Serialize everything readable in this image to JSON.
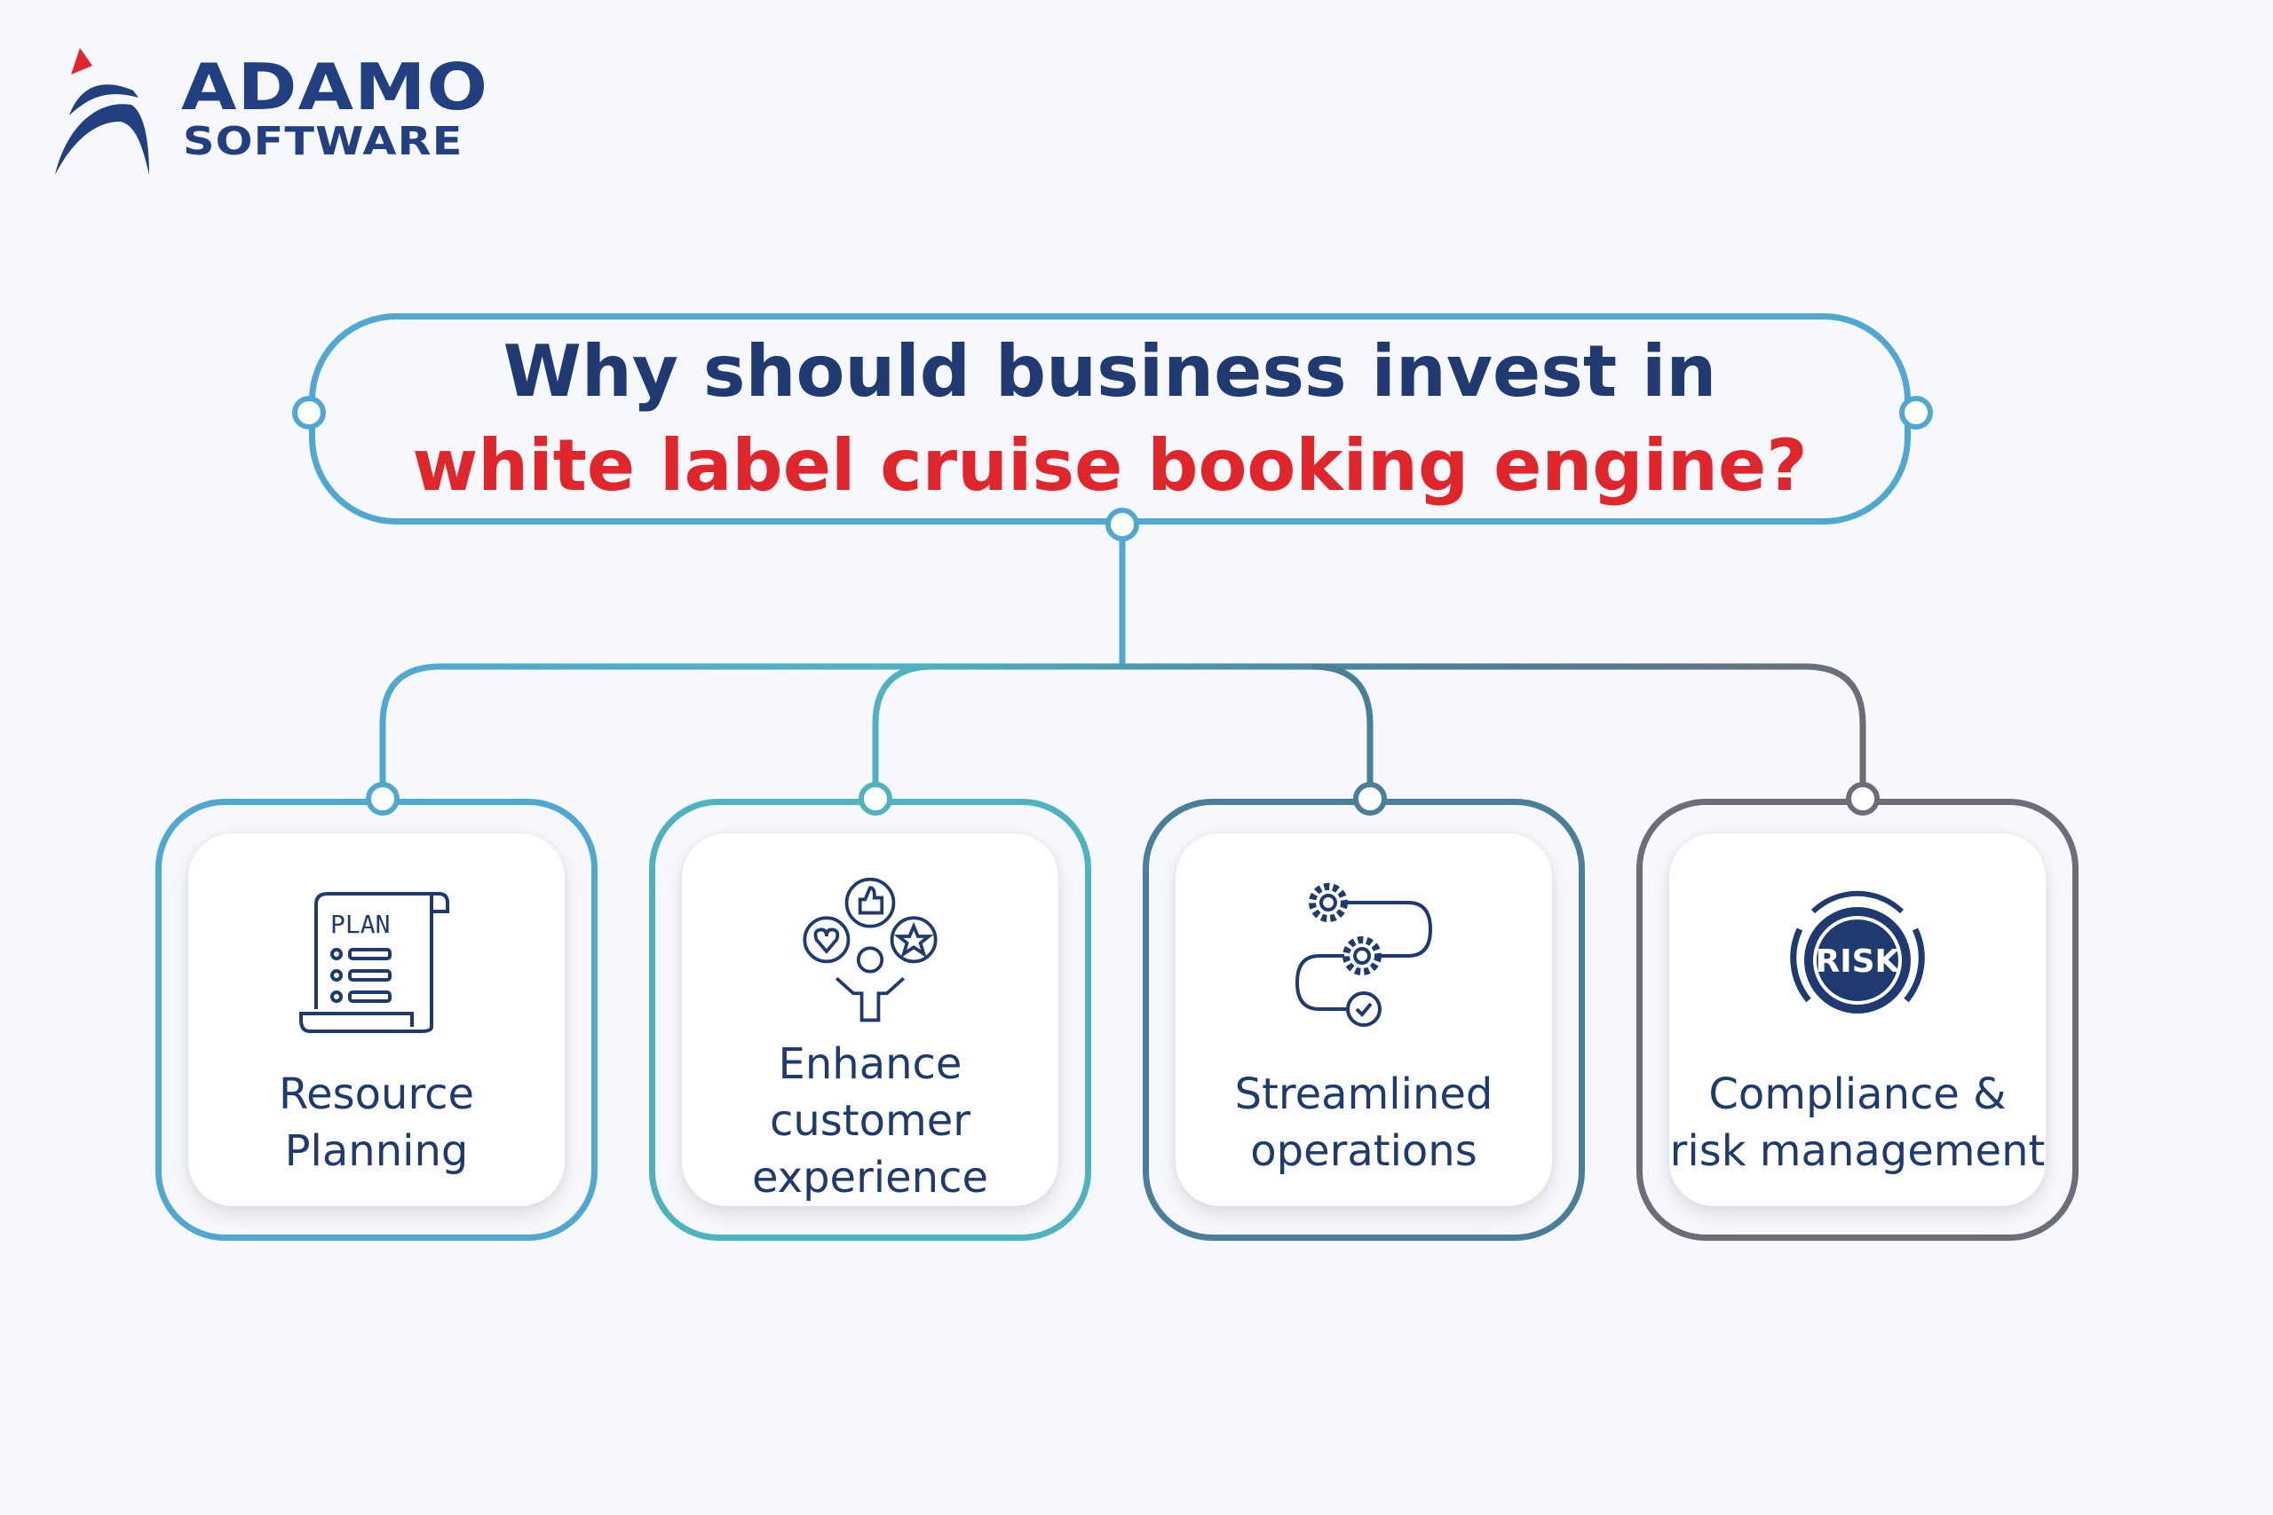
{
  "logo": {
    "line1": "ADAMO",
    "line2": "SOFTWARE"
  },
  "title": {
    "part1": "Why should business invest in ",
    "part2": "white label cruise booking engine?"
  },
  "colors": {
    "navy": "#223a72",
    "red": "#e0262b",
    "card1": "#4fa8d1",
    "card2": "#4db3c0",
    "card3": "#4a7f9a",
    "card4": "#6b6e78"
  },
  "cards": [
    {
      "icon": "plan-scroll-icon",
      "icon_text": "PLAN",
      "lines": [
        "Resource",
        "Planning"
      ]
    },
    {
      "icon": "customer-experience-icon",
      "lines": [
        "Enhance",
        "customer",
        "experience"
      ]
    },
    {
      "icon": "gears-workflow-icon",
      "lines": [
        "Streamlined",
        "operations"
      ]
    },
    {
      "icon": "risk-gauge-icon",
      "icon_text": "RISK",
      "lines": [
        "Compliance &",
        "risk management"
      ]
    }
  ]
}
